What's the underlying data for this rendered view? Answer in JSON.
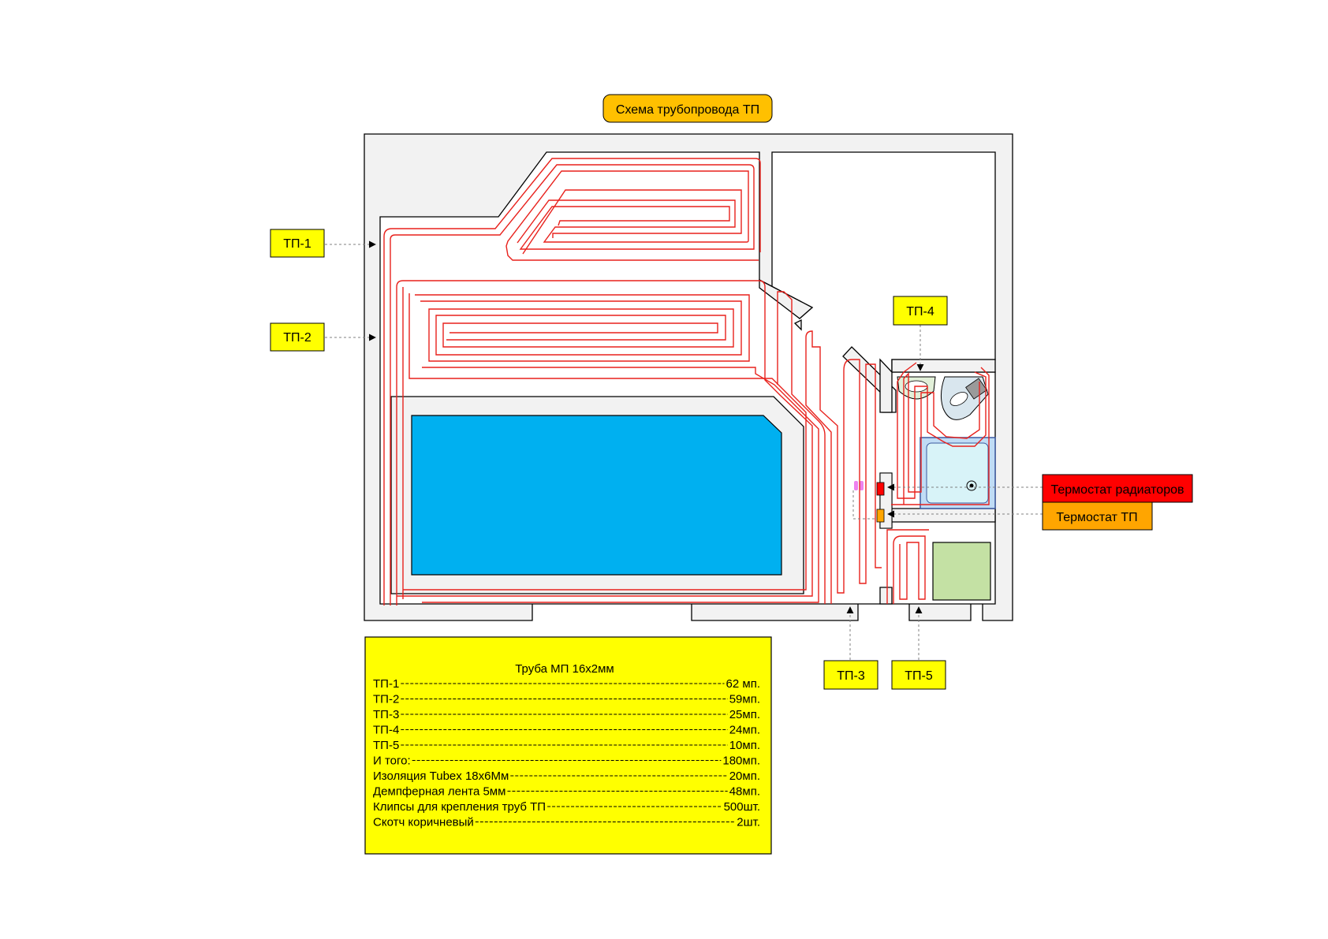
{
  "title": "Схема трубопровода ТП",
  "labels": {
    "tp1": "ТП-1",
    "tp2": "ТП-2",
    "tp3": "ТП-3",
    "tp4": "ТП-4",
    "tp5": "ТП-5",
    "thermostat_radiators": "Термостат радиаторов",
    "thermostat_tp": "Термостат ТП"
  },
  "spec": {
    "header": "Труба МП 16х2мм",
    "rows": [
      {
        "name": "ТП-1",
        "value": "62 мп."
      },
      {
        "name": "ТП-2",
        "value": "59мп."
      },
      {
        "name": "ТП-3",
        "value": "25мп."
      },
      {
        "name": "ТП-4",
        "value": "24мп."
      },
      {
        "name": "ТП-5",
        "value": "10мп."
      },
      {
        "name": "И того:",
        "value": "180мп."
      },
      {
        "name": "Изоляция Tubex 18х6Мм",
        "value": "20мп."
      },
      {
        "name": "Демпферная лента 5мм",
        "value": "48мп."
      },
      {
        "name": "Клипсы для крепления труб ТП",
        "value": "500шт."
      },
      {
        "name": "Скотч коричневый",
        "value": "2шт."
      }
    ]
  },
  "colors": {
    "pipe": "#e8211c",
    "wall_fill": "#f2f2f2",
    "pool": "#00b0f0",
    "label_yellow": "#ffff00",
    "title_orange": "#ffc000",
    "thermostat_red": "#ff0000",
    "thermostat_orange": "#ffa500",
    "green_zone": "#c4e1a4"
  }
}
